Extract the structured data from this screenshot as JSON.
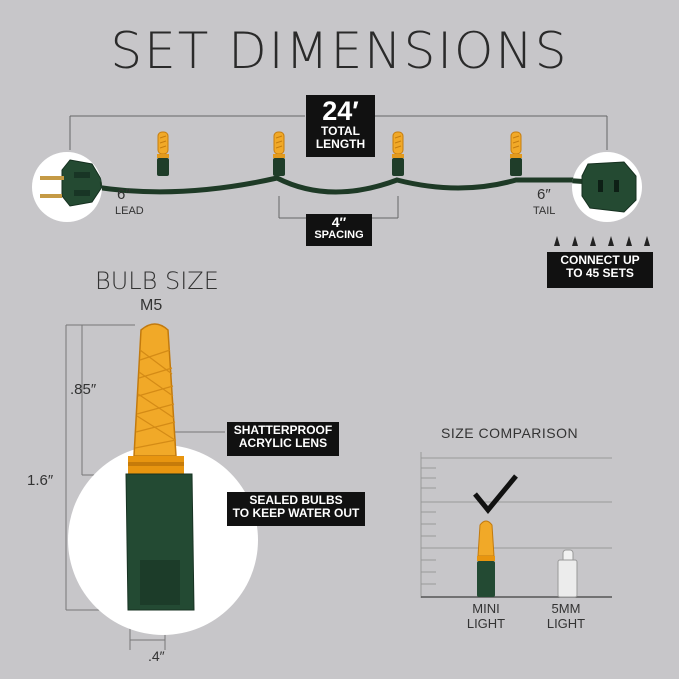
{
  "title": "SET DIMENSIONS",
  "total_length": {
    "value": "24′",
    "line1": "TOTAL",
    "line2": "LENGTH"
  },
  "lead": {
    "value": "6″",
    "label": "LEAD"
  },
  "tail": {
    "value": "6″",
    "label": "TAIL"
  },
  "spacing": {
    "value": "4″",
    "label": "SPACING"
  },
  "connect": {
    "line1": "CONNECT UP",
    "line2": "TO 45 SETS"
  },
  "bulb": {
    "heading": "BULB SIZE",
    "type": "M5",
    "dim_lens": ".85″",
    "dim_total": "1.6″",
    "dim_width": ".4″",
    "lens_note": {
      "line1": "SHATTERPROOF",
      "line2": "ACRYLIC LENS"
    },
    "seal_note": {
      "line1": "SEALED BULBS",
      "line2": "TO KEEP WATER OUT"
    }
  },
  "comparison": {
    "heading": "SIZE COMPARISON",
    "items": [
      {
        "line1": "MINI",
        "line2": "LIGHT"
      },
      {
        "line1": "5MM",
        "line2": "LIGHT"
      }
    ]
  },
  "colors": {
    "background": "#c7c6c9",
    "wire": "#1e3a26",
    "bulb": "#f1a928",
    "label_box": "#111111"
  },
  "icons": [
    "plug-icon",
    "socket-icon",
    "checkmark-icon",
    "bulb-icon"
  ]
}
